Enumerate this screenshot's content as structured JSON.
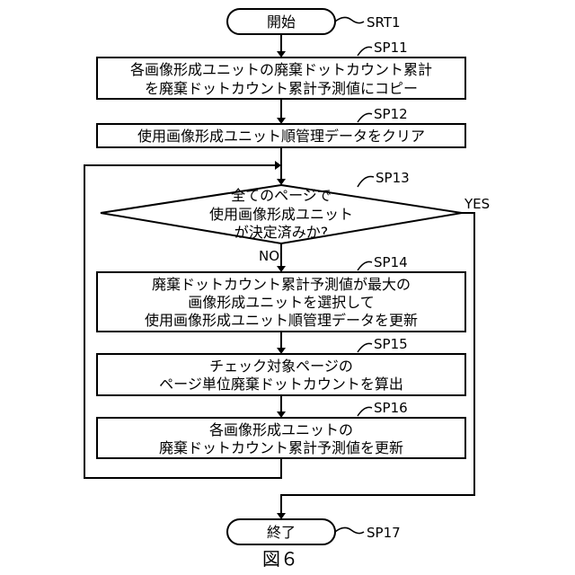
{
  "figure": {
    "caption": "図６"
  },
  "nodes": {
    "start": {
      "text": "開始",
      "label": "SRT1"
    },
    "sp11": {
      "lines": [
        "各画像形成ユニットの廃棄ドットカウント累計",
        "を廃棄ドットカウント累計予測値にコピー"
      ],
      "label": "SP11"
    },
    "sp12": {
      "lines": [
        "使用画像形成ユニット順管理データをクリア"
      ],
      "label": "SP12"
    },
    "sp13": {
      "lines": [
        "全てのページで",
        "使用画像形成ユニット",
        "が決定済みか?"
      ],
      "label": "SP13",
      "yes": "YES",
      "no": "NO"
    },
    "sp14": {
      "lines": [
        "廃棄ドットカウント累計予測値が最大の",
        "画像形成ユニットを選択して",
        "使用画像形成ユニット順管理データを更新"
      ],
      "label": "SP14"
    },
    "sp15": {
      "lines": [
        "チェック対象ページの",
        "ページ単位廃棄ドットカウントを算出"
      ],
      "label": "SP15"
    },
    "sp16": {
      "lines": [
        "各画像形成ユニットの",
        "廃棄ドットカウント累計予測値を更新"
      ],
      "label": "SP16"
    },
    "end": {
      "text": "終了",
      "label": "SP17"
    }
  }
}
